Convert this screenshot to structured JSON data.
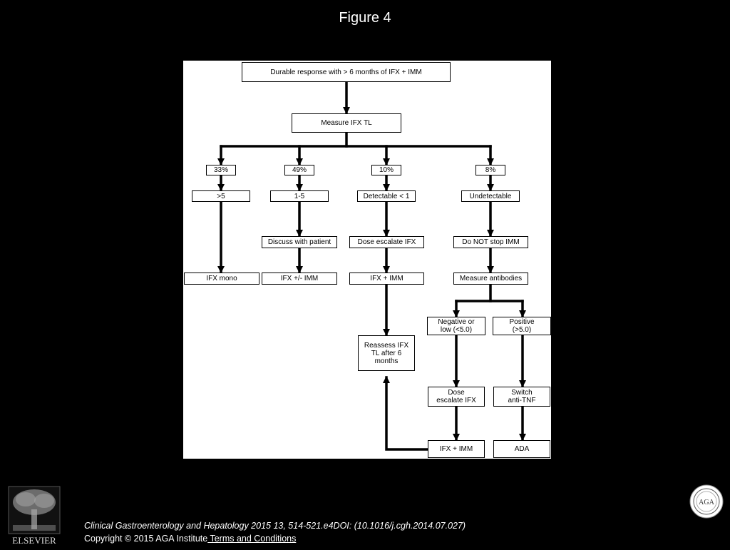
{
  "figure": {
    "title": "Figure 4"
  },
  "nodes": {
    "durable": "Durable response with > 6 months of IFX + IMM",
    "measure_tl": "Measure IFX TL",
    "pct_33": "33%",
    "pct_49": "49%",
    "pct_10": "10%",
    "pct_8": "8%",
    "gt5": ">5",
    "range_1_5": "1-5",
    "detectable_lt1": "Detectable < 1",
    "undetectable": "Undetectable",
    "discuss": "Discuss with patient",
    "dose_escalate": "Dose escalate IFX",
    "do_not_stop": "Do NOT stop IMM",
    "ifx_mono": "IFX mono",
    "ifx_pm_imm": "IFX +/- IMM",
    "ifx_imm_1": "IFX + IMM",
    "measure_ab": "Measure antibodies",
    "neg_low": "Negative or\nlow (<5.0)",
    "positive": "Positive\n(>5.0)",
    "reassess": "Reassess IFX\nTL after 6\nmonths",
    "dose_escalate_2": "Dose\nescalate IFX",
    "switch": "Switch\nanti-TNF",
    "ifx_imm_2": "IFX + IMM",
    "ada": "ADA"
  },
  "footer": {
    "logo_text": "ELSEVIER",
    "seal_text": "AGA",
    "citation": "Clinical Gastroenterology and Hepatology 2015 13, 514-521.e4DOI: (10.1016/j.cgh.2014.07.027)",
    "copyright": "Copyright © 2015 AGA Institute",
    "terms_link": " Terms and Conditions"
  },
  "colors": {
    "background": "#000000",
    "panel": "#ffffff",
    "ink": "#000000"
  }
}
